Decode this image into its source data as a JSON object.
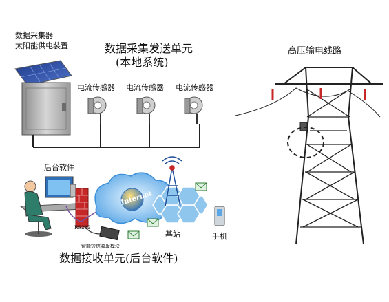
{
  "collector": {
    "line1": "数据采集器",
    "line2": "太阳能供电装置"
  },
  "local_unit": {
    "title": "数据采集发送单元",
    "subtitle": "(本地系统)"
  },
  "sensors": [
    {
      "label": "电流传感器"
    },
    {
      "label": "电流传感器"
    },
    {
      "label": "电流传感器"
    }
  ],
  "transmission_line": {
    "label": "高压输电线路"
  },
  "backend": {
    "software_label": "后台软件",
    "internet_label": "Internet",
    "rs232_label": "RS232",
    "modem_label": "智能短信收发模块",
    "base_station_label": "基站",
    "phone_label": "手机",
    "bottom_title": "数据接收单元(后台软件)"
  },
  "colors": {
    "line": "#222222",
    "cloud": "#3a8fd8",
    "cloud_light": "#bfe2f8",
    "hex": "#8fc6ee",
    "firewall": "#c62828",
    "solar": "#2f4f9e",
    "box": "#b8b8b8"
  }
}
